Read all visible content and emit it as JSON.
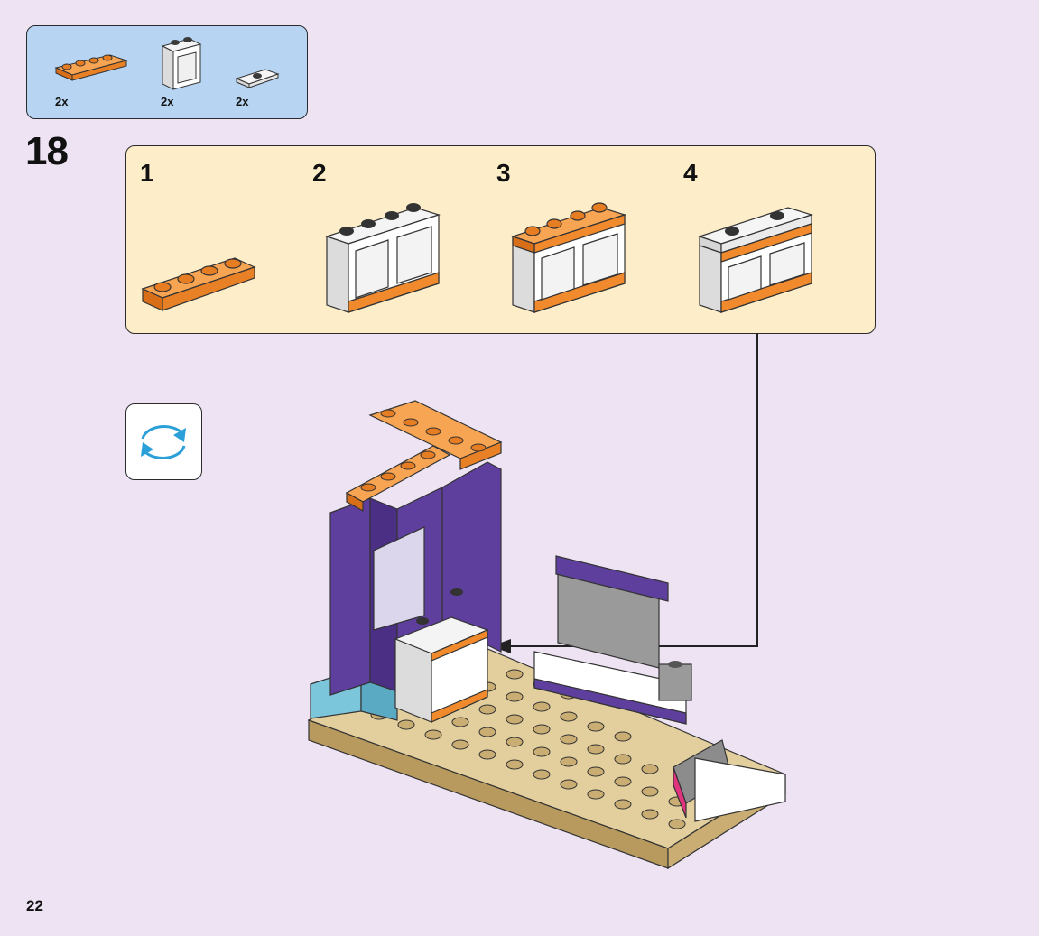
{
  "parts_callout": {
    "items": [
      {
        "icon": "orange-plate-1x4-icon",
        "count": "2x"
      },
      {
        "icon": "white-window-frame-icon",
        "count": "2x"
      },
      {
        "icon": "white-tile-with-stud-icon",
        "count": "2x"
      }
    ]
  },
  "step": {
    "number": "18"
  },
  "substeps": [
    {
      "label": "1",
      "icon": "orange-plate-1x4-icon"
    },
    {
      "label": "2",
      "icon": "double-window-assembly-icon"
    },
    {
      "label": "3",
      "icon": "window-assembly-with-plate-icon"
    },
    {
      "label": "4",
      "icon": "window-assembly-with-tiles-icon"
    }
  ],
  "rotate": {
    "icon": "rotate-arrows-icon"
  },
  "main_model": {
    "icon": "room-model-icon"
  },
  "page": {
    "number": "22"
  },
  "colors": {
    "background": "#ede3f3",
    "parts_box": "#b7d5f2",
    "substep_box": "#fdedc9",
    "orange": "#f08a2c",
    "purple": "#5e3f9e",
    "tan": "#d8c08a",
    "rotate_arrow": "#2a9fd8"
  }
}
